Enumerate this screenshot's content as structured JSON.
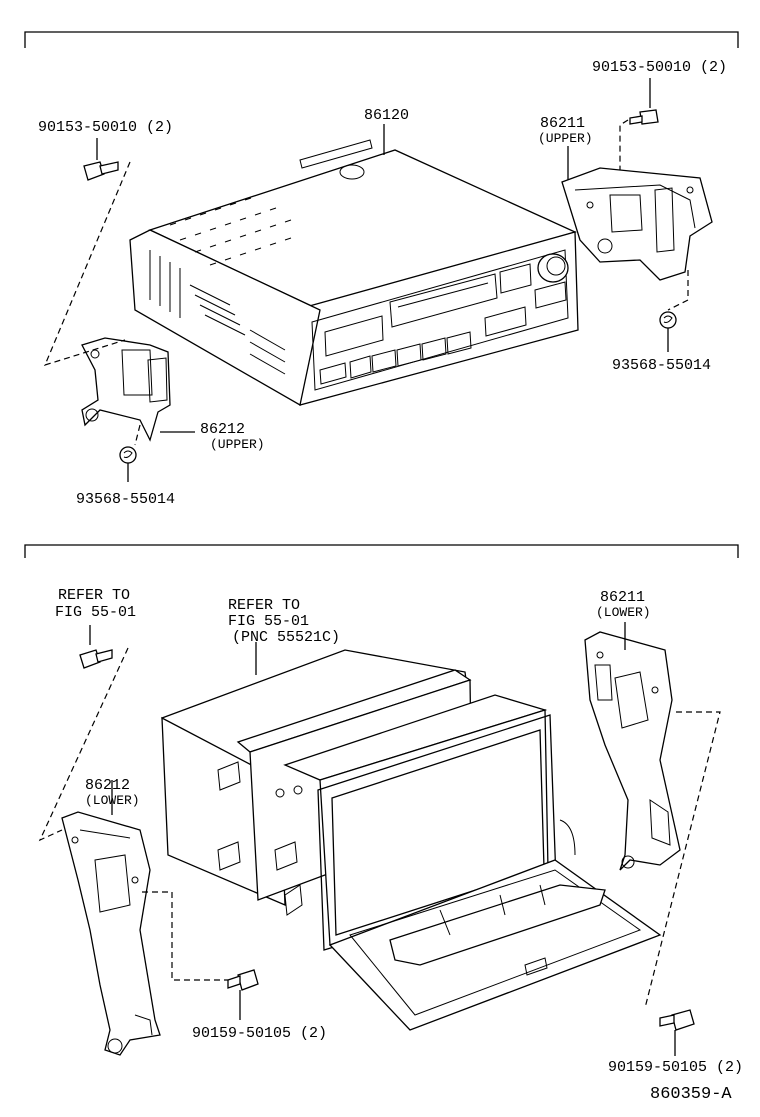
{
  "top_section": {
    "radio": {
      "part_no": "86120"
    },
    "bolt_left": {
      "part_no": "90153-50010 (2)"
    },
    "bolt_right": {
      "part_no": "90153-50010 (2)"
    },
    "bracket_right": {
      "part_no": "86211",
      "note": "(UPPER)"
    },
    "bracket_left": {
      "part_no": "86212",
      "note": "(UPPER)"
    },
    "screw_right": {
      "part_no": "93568-55014"
    },
    "screw_left": {
      "part_no": "93568-55014"
    }
  },
  "bottom_section": {
    "refer_left": {
      "line1": "REFER TO",
      "line2": "FIG 55-01"
    },
    "refer_center": {
      "line1": "REFER TO",
      "line2": "FIG 55-01",
      "line3": "(PNC 55521C)"
    },
    "bracket_right": {
      "part_no": "86211",
      "note": "(LOWER)"
    },
    "bracket_left": {
      "part_no": "86212",
      "note": "(LOWER)"
    },
    "bolt_center": {
      "part_no": "90159-50105 (2)"
    },
    "bolt_right": {
      "part_no": "90159-50105 (2)"
    }
  },
  "figure_id": "860359-A"
}
